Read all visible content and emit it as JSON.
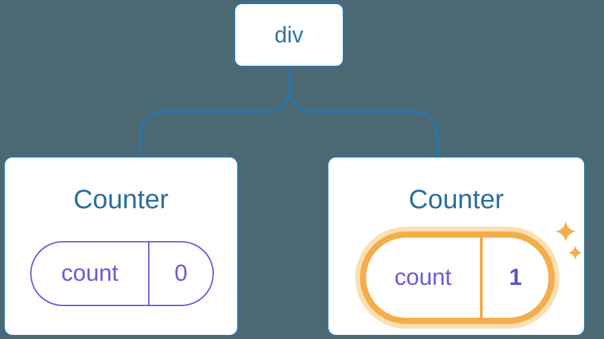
{
  "diagram": {
    "kind": "react-component-tree-state",
    "background_color": "#4C6973"
  },
  "root_node": {
    "label": "div"
  },
  "cards": [
    {
      "title": "Counter",
      "state_key": "count",
      "state_value": "0",
      "highlighted": false
    },
    {
      "title": "Counter",
      "state_key": "count",
      "state_value": "1",
      "highlighted": true
    }
  ],
  "icons": {
    "sparkles": "sparkles-icon (two four-point stars marking updated state)"
  },
  "colors": {
    "background": "#4C6973",
    "node_border_blue": "#2D74A7",
    "title_blue": "#2B6E9D",
    "state_purple": "#675DD8",
    "state_value_bold_purple": "#5B51D6",
    "highlight_orange": "#F5AD4B",
    "highlight_glow_orange": "#FAE0B4",
    "highlight_divider_orange": "#F2A944",
    "sparkle_orange": "#F6AE4B"
  }
}
